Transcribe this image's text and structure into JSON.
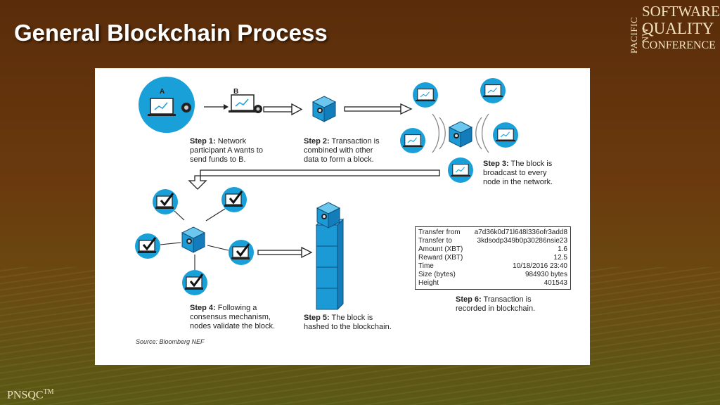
{
  "title": "General Blockchain Process",
  "logo": {
    "vertical": "PACIFIC NW",
    "line1": "SOFTWARE",
    "line2": "QUALITY",
    "line3": "CONFERENCE"
  },
  "footer": {
    "text": "PNSQC",
    "tm": "TM"
  },
  "diagram": {
    "node_a_label": "A",
    "node_b_label": "B",
    "steps": [
      {
        "num": "Step 1:",
        "text_lines": [
          "Network",
          "participant A wants to",
          "send funds to B."
        ]
      },
      {
        "num": "Step 2:",
        "text_lines": [
          "Transaction is",
          "combined with other",
          "data to form a block."
        ]
      },
      {
        "num": "Step 3:",
        "text_lines": [
          "The block is",
          "broadcast to every",
          "node in the network."
        ]
      },
      {
        "num": "Step 4:",
        "text_lines": [
          "Following a",
          "consensus mechanism,",
          "nodes validate the block."
        ]
      },
      {
        "num": "Step 5:",
        "text_lines": [
          "The block is",
          "hashed to the blockchain."
        ]
      },
      {
        "num": "Step 6:",
        "text_lines": [
          "Transaction is",
          "recorded in blockchain."
        ]
      }
    ],
    "record": [
      {
        "key": "Transfer from",
        "value": "a7d36k0d71l648l336ofr3add8"
      },
      {
        "key": "Transfer to",
        "value": "3kdsodp349b0p30286nsie23"
      },
      {
        "key": "Amount (XBT)",
        "value": "1.6"
      },
      {
        "key": "Reward (XBT)",
        "value": "12.5"
      },
      {
        "key": "Time",
        "value": "10/18/2016 23:40"
      },
      {
        "key": "Size (bytes)",
        "value": "984930 bytes"
      },
      {
        "key": "Height",
        "value": "401543"
      }
    ],
    "source": "Source: Bloomberg NEF"
  },
  "colors": {
    "accent_blue": "#1aa0d8",
    "cube_blue": "#1b9ad6",
    "dark": "#222222"
  }
}
